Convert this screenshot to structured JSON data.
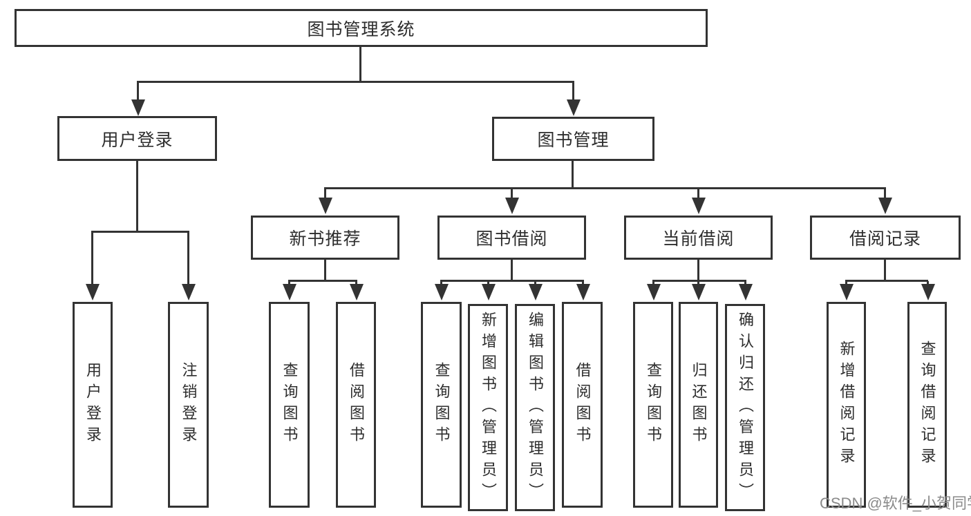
{
  "tree": {
    "label": "图书管理系统",
    "children": [
      {
        "label": "用户登录",
        "children": [
          {
            "label": "用户登录"
          },
          {
            "label": "注销登录"
          }
        ]
      },
      {
        "label": "图书管理",
        "children": [
          {
            "label": "新书推荐",
            "children": [
              {
                "label": "查询图书"
              },
              {
                "label": "借阅图书"
              }
            ]
          },
          {
            "label": "图书借阅",
            "children": [
              {
                "label": "查询图书"
              },
              {
                "label": "新增图书（管理员）"
              },
              {
                "label": "编辑图书（管理员）"
              },
              {
                "label": "借阅图书"
              }
            ]
          },
          {
            "label": "当前借阅",
            "children": [
              {
                "label": "查询图书"
              },
              {
                "label": "归还图书"
              },
              {
                "label": "确认归还（管理员）"
              }
            ]
          },
          {
            "label": "借阅记录",
            "children": [
              {
                "label": "新增借阅记录"
              },
              {
                "label": "查询借阅记录"
              }
            ]
          }
        ]
      }
    ]
  },
  "watermark": {
    "text": "CSDN @软件_小贺同学"
  },
  "colors": {
    "line": "#333333",
    "text": "#2d2d2d",
    "watermark": "#8a8a8a",
    "background": "#ffffff"
  }
}
